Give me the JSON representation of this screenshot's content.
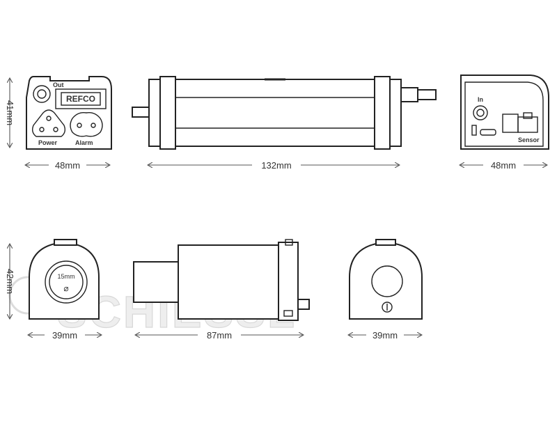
{
  "watermark": {
    "text": "SCHIESSL"
  },
  "top_row": {
    "front_view": {
      "logo": "REFCO",
      "port_out": "Out",
      "socket_power": "Power",
      "socket_alarm": "Alarm",
      "width": "48mm",
      "height": "41mm"
    },
    "side_view": {
      "length": "132mm"
    },
    "rear_view": {
      "port_in": "In",
      "connector_sensor": "Sensor",
      "width": "48mm"
    }
  },
  "bottom_row": {
    "front_view": {
      "hole_size": "15mm",
      "diameter_symbol": "⌀",
      "width": "39mm",
      "height": "42mm"
    },
    "side_view": {
      "length": "87mm"
    },
    "rear_view": {
      "width": "39mm"
    }
  }
}
